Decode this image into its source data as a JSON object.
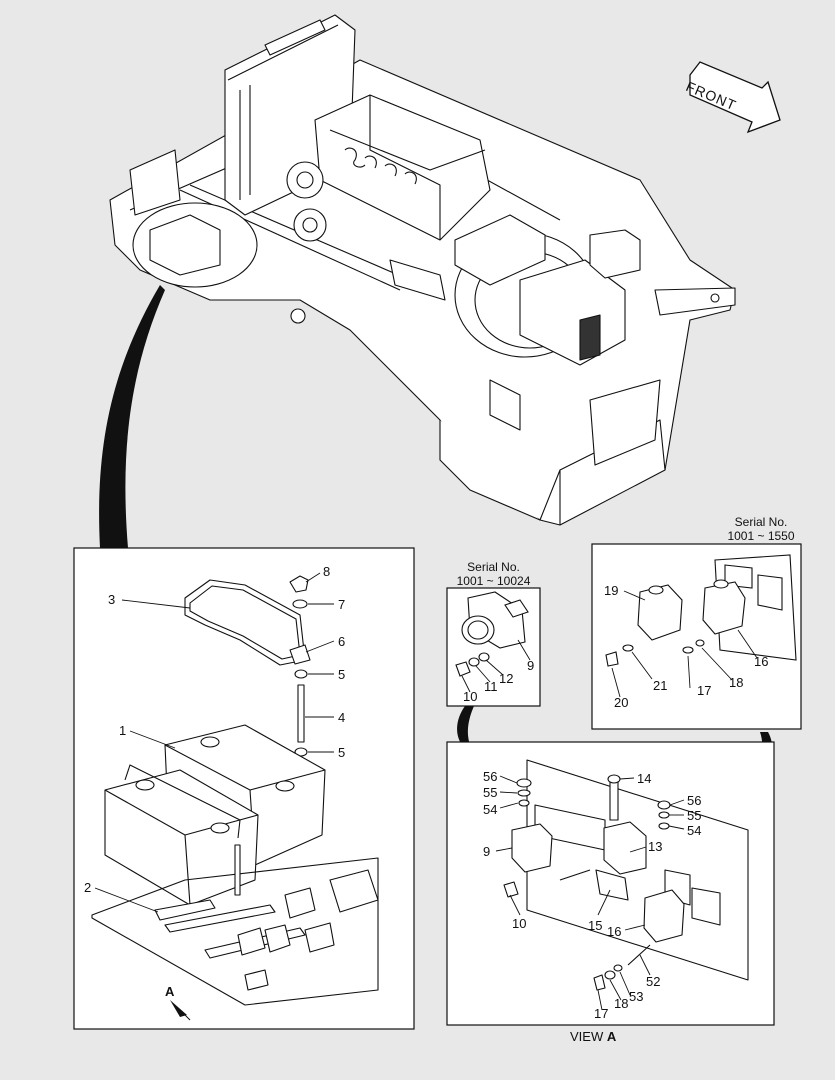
{
  "front_arrow": {
    "text": "FRONT"
  },
  "serial_box_left": {
    "title": "Serial No.",
    "range": "1001 ~ 10024"
  },
  "serial_box_right": {
    "title": "Serial No.",
    "range": "1001 ~ 1550"
  },
  "view_label": {
    "prefix": "VIEW ",
    "letter": "A"
  },
  "view_arrow_letter": "A",
  "battery_callouts": [
    "8",
    "7",
    "3",
    "6",
    "5",
    "4",
    "5",
    "1",
    "2"
  ],
  "serial_left_callouts": [
    "9",
    "12",
    "11",
    "10"
  ],
  "serial_right_callouts": [
    "19",
    "16",
    "21",
    "17",
    "18",
    "20"
  ],
  "view_a_callouts": [
    "56",
    "55",
    "54",
    "14",
    "56",
    "55",
    "54",
    "9",
    "13",
    "10",
    "15",
    "16",
    "52",
    "53",
    "18",
    "17"
  ],
  "colors": {
    "background": "#e8e8e8",
    "line": "#111111",
    "panel": "#ffffff"
  }
}
